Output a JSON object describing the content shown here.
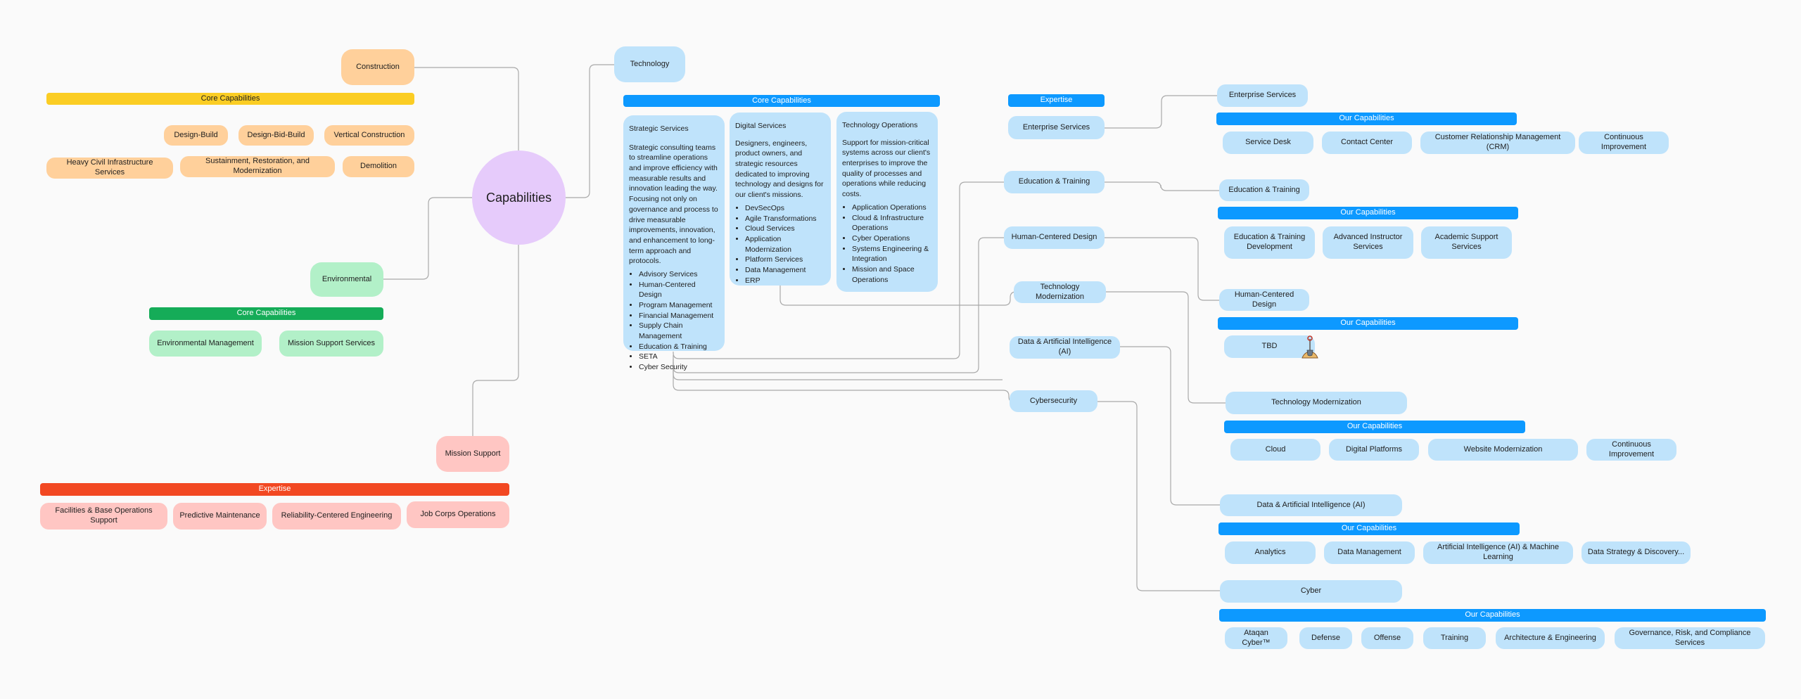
{
  "central": {
    "label": "Capabilities"
  },
  "construction": {
    "label": "Construction",
    "section": "Core Capabilities",
    "items": [
      "Design-Build",
      "Design-Bid-Build",
      "Vertical Construction",
      "Heavy Civil Infrastructure Services",
      "Sustainment, Restoration, and Modernization",
      "Demolition"
    ]
  },
  "environmental": {
    "label": "Environmental",
    "section": "Core Capabilities",
    "items": [
      "Environmental Management",
      "Mission Support Services"
    ]
  },
  "mission_support": {
    "label": "Mission Support",
    "section": "Expertise",
    "items": [
      "Facilities & Base Operations Support",
      "Predictive Maintenance",
      "Reliability-Centered Engineering",
      "Job Corps Operations"
    ]
  },
  "technology": {
    "label": "Technology",
    "section": "Core Capabilities",
    "cards": [
      {
        "title": "Strategic Services",
        "desc": "Strategic consulting teams to streamline operations and improve efficiency with measurable results and innovation leading the way. Focusing not only on governance and process to drive measurable improvements, innovation, and enhancement to long-term approach and protocols.",
        "items": [
          "Advisory Services",
          "Human-Centered Design",
          "Program Management",
          "Financial Management",
          "Supply Chain Management",
          "Education & Training",
          "SETA",
          "Cyber Security"
        ]
      },
      {
        "title": "Digital Services",
        "desc": "Designers, engineers, product owners, and strategic resources dedicated to improving technology and designs for our client's missions.",
        "items": [
          "DevSecOps",
          "Agile Transformations",
          "Cloud Services",
          "Application Modernization",
          "Platform Services",
          "Data Management",
          "ERP"
        ]
      },
      {
        "title": "Technology Operations",
        "desc": "Support for mission-critical systems across our client's enterprises to improve the quality of processes and operations while reducing costs.",
        "items": [
          "Application Operations",
          "Cloud & Infrastructure Operations",
          "Cyber Operations",
          "Systems Engineering & Integration",
          "Mission and Space Operations"
        ]
      }
    ]
  },
  "expertise": {
    "label": "Expertise",
    "items": [
      "Enterprise Services",
      "Education & Training",
      "Human-Centered Design",
      "Technology Modernization",
      "Data & Artificial Intelligence (AI)",
      "Cybersecurity"
    ]
  },
  "details": [
    {
      "title": "Enterprise Services",
      "section": "Our Capabilities",
      "items": [
        "Service Desk",
        "Contact Center",
        "Customer Relationship Management (CRM)",
        "Continuous Improvement"
      ]
    },
    {
      "title": "Education & Training",
      "section": "Our Capabilities",
      "items": [
        "Education & Training Development",
        "Advanced Instructor Services",
        "Academic Support Services"
      ]
    },
    {
      "title": "Human-Centered Design",
      "section": "Our Capabilities",
      "items": [
        "TBD"
      ]
    },
    {
      "title": "Technology Modernization",
      "section": "Our Capabilities",
      "items": [
        "Cloud",
        "Digital Platforms",
        "Website Modernization",
        "Continuous Improvement"
      ]
    },
    {
      "title": "Data & Artificial Intelligence (AI)",
      "section": "Our Capabilities",
      "items": [
        "Analytics",
        "Data Management",
        "Artificial Intelligence (AI) & Machine Learning",
        "Data Strategy & Discovery..."
      ]
    },
    {
      "title": "Cyber",
      "section": "Our Capabilities",
      "items": [
        "Ataqan Cyber™",
        "Defense",
        "Offense",
        "Training",
        "Architecture & Engineering",
        "Governance, Risk, and Compliance Services"
      ]
    }
  ],
  "icons": {
    "tbd": "shovel-icon"
  },
  "colors": {
    "construction": "#ffd09b",
    "construction_bar": "#fbcd24",
    "environmental": "#b2f0c8",
    "environmental_bar": "#15ac58",
    "mission": "#ffc6c3",
    "mission_bar": "#f24822",
    "technology": "#bfe3fb",
    "technology_bar": "#0d99ff",
    "central": "#e6cbfb"
  }
}
